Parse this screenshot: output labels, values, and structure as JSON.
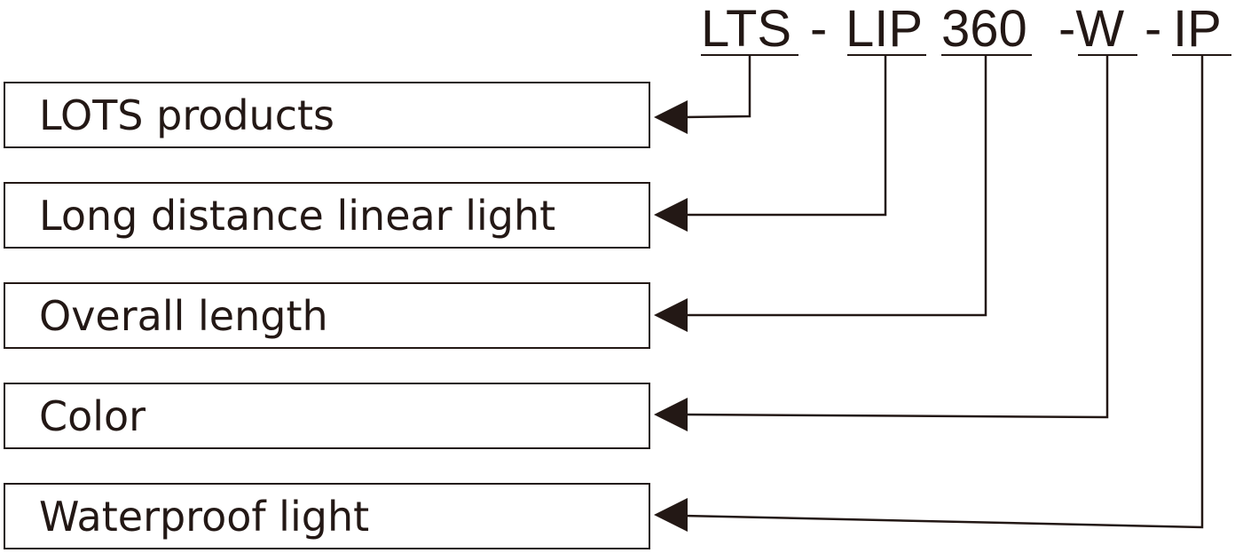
{
  "code": {
    "segments": [
      {
        "id": "lts",
        "text": "LTS"
      },
      {
        "id": "lip",
        "text": "LIP"
      },
      {
        "id": "len",
        "text": "360"
      },
      {
        "id": "color",
        "text": "-W"
      },
      {
        "id": "ip",
        "text": "IP"
      }
    ],
    "separators": [
      "-",
      "-",
      "-"
    ]
  },
  "boxes": [
    {
      "label": "LOTS products",
      "segment": "lts"
    },
    {
      "label": "Long distance linear light",
      "segment": "lip"
    },
    {
      "label": "Overall length",
      "segment": "len"
    },
    {
      "label": "Color",
      "segment": "color"
    },
    {
      "label": "Waterproof light",
      "segment": "ip"
    }
  ],
  "colors": {
    "ink": "#231815",
    "background": "#ffffff"
  }
}
